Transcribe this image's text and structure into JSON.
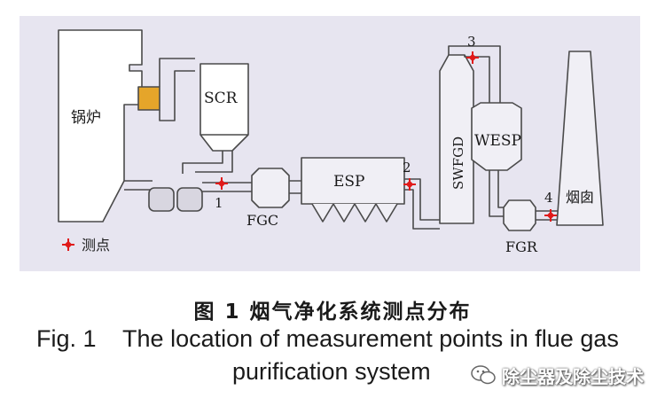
{
  "diagram": {
    "boiler_label": "锅炉",
    "scr_label": "SCR",
    "fgc_label": "FGC",
    "esp_label": "ESP",
    "swfgd_label": "SWFGD",
    "wesp_label": "WESP",
    "fgr_label": "FGR",
    "chimney_label": "烟囱",
    "legend_label": "测点",
    "points": [
      "1",
      "2",
      "3",
      "4"
    ],
    "colors": {
      "panel": "#e7e5f0",
      "line": "#4a4a4a",
      "marker": "#e01a1a",
      "heater": "#e5a52a"
    }
  },
  "caption": {
    "cn": "图 1   烟气净化系统测点分布",
    "en_line1": "Fig. 1    The location of measurement points in flue gas",
    "en_line2": "purification system"
  },
  "watermark": {
    "text": "除尘器及除尘技术",
    "icon": "wechat-icon"
  }
}
